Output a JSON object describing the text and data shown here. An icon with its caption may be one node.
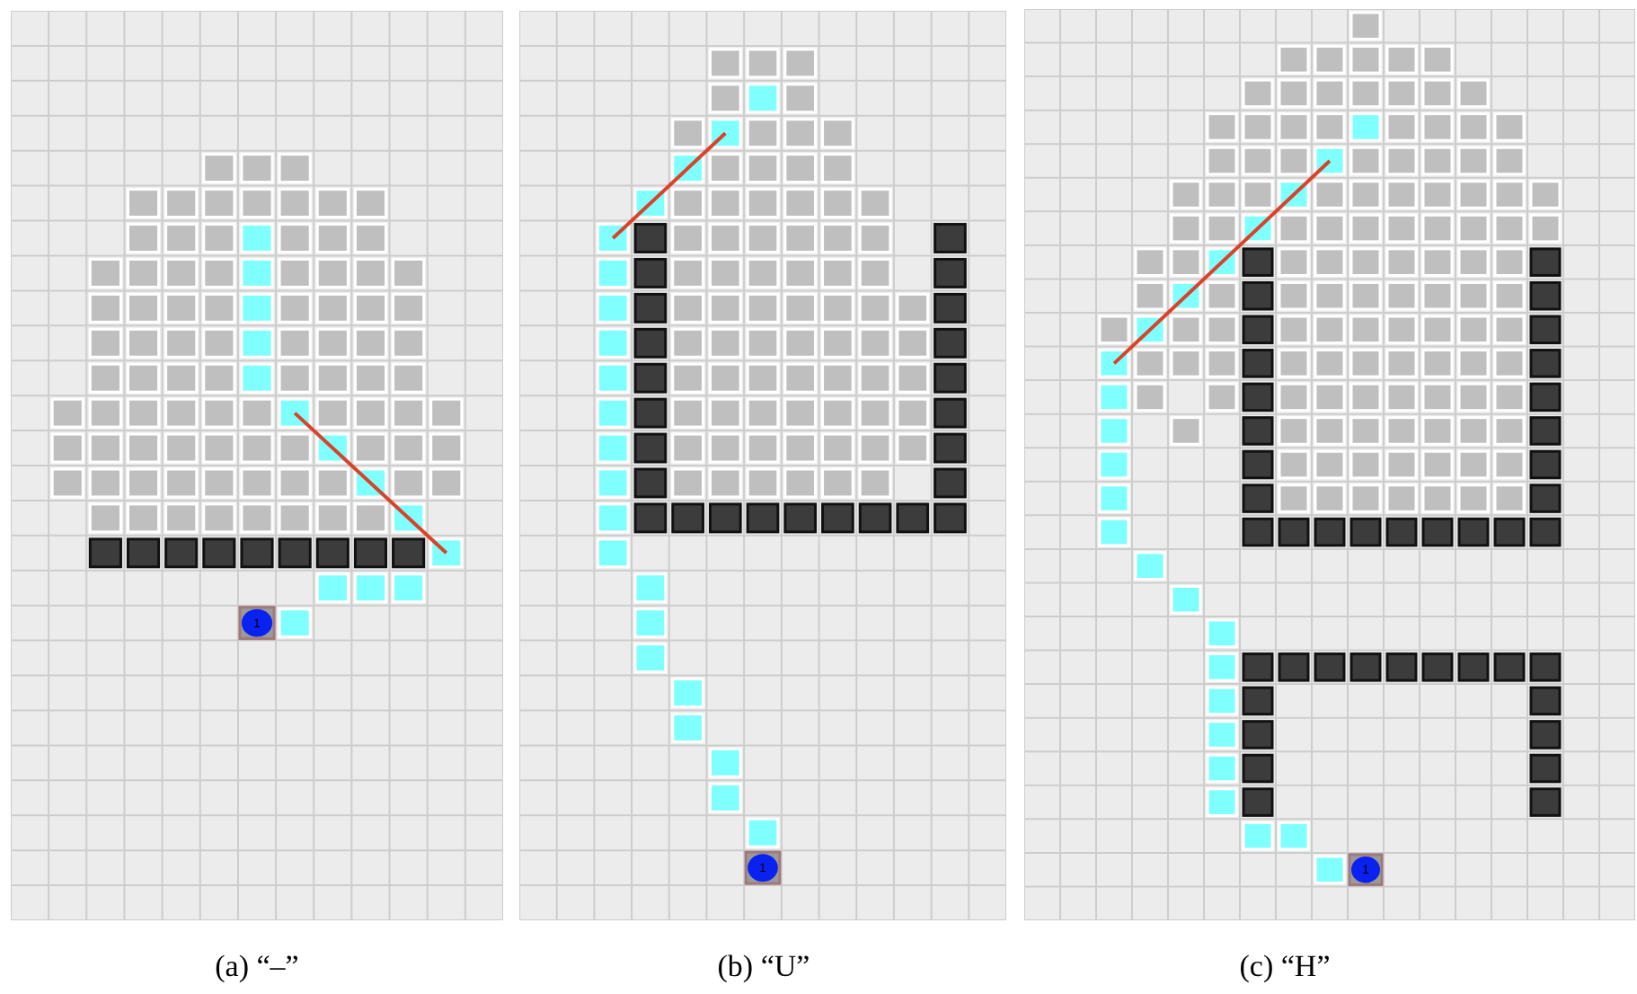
{
  "diagram": {
    "labels": [
      "1",
      "1",
      "1",
      "(a) “–”",
      "(b) “U”",
      "(c) “H”"
    ]
  }
}
